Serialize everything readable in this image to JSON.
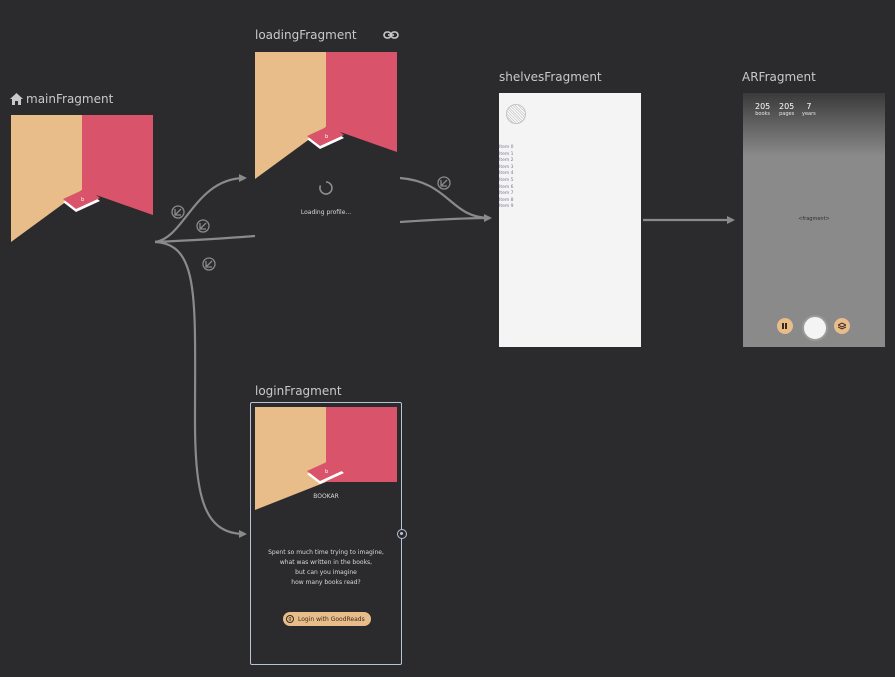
{
  "fragments": {
    "main": {
      "title": "mainFragment"
    },
    "loading": {
      "title": "loadingFragment",
      "loading_text": "Loading profile..."
    },
    "shelves": {
      "title": "shelvesFragment",
      "items": [
        "Item 0",
        "Item 1",
        "Item 2",
        "Item 3",
        "Item 4",
        "Item 5",
        "Item 6",
        "Item 7",
        "Item 8",
        "Item 9"
      ]
    },
    "ar": {
      "title": "ARFragment",
      "stats": [
        {
          "value": "205",
          "label": "books"
        },
        {
          "value": "205",
          "label": "pages"
        },
        {
          "value": "7",
          "label": "years"
        }
      ],
      "placeholder": "<fragment>"
    },
    "login": {
      "title": "loginFragment",
      "app_name": "BOOKAR",
      "tagline": [
        "Spent so much time trying to imagine,",
        "what was written in the books,",
        "but can you imagine",
        "how many books read?"
      ],
      "button_label": "Login with GoodReads",
      "button_icon_letter": "g"
    }
  },
  "colors": {
    "background": "#2b2b2e",
    "hero_left": "#e8bd8a",
    "hero_right": "#d9546a",
    "arrow": "#8a8a8a",
    "selection": "#b8c4d6"
  }
}
